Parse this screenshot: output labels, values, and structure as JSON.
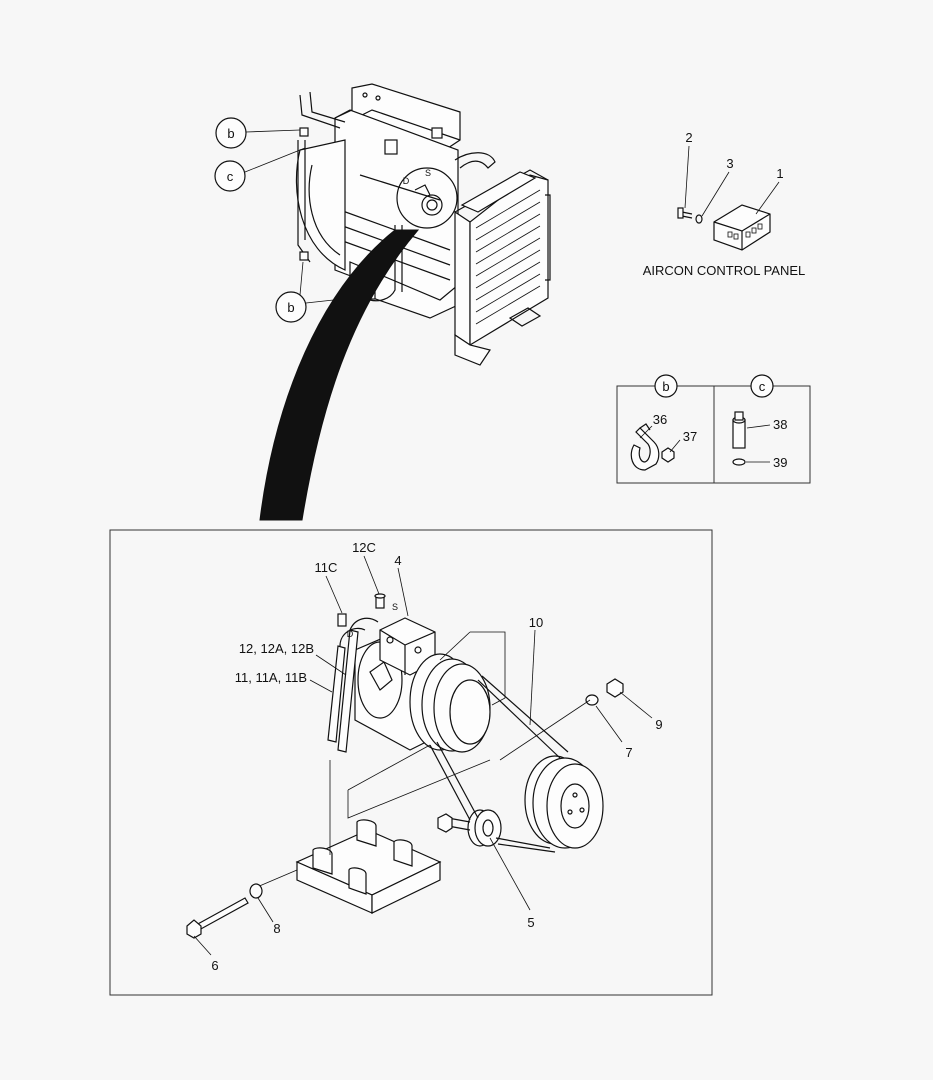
{
  "panel_title": "AIRCON CONTROL PANEL",
  "callouts": {
    "b_top": "b",
    "c_top": "c",
    "b_bottom": "b",
    "b_box": "b",
    "c_box": "c"
  },
  "parts": {
    "p1": "1",
    "p2": "2",
    "p3": "3",
    "p4": "4",
    "p5": "5",
    "p6": "6",
    "p7": "7",
    "p8": "8",
    "p9": "9",
    "p10": "10",
    "p11c": "11C",
    "p12c": "12C",
    "p12group": "12, 12A, 12B",
    "p11group": "11, 11A, 11B",
    "p36": "36",
    "p37": "37",
    "p38": "38",
    "p39": "39"
  },
  "marks": {
    "s_top": "S",
    "d_top": "D",
    "s_detail": "S",
    "d_detail": "D"
  }
}
